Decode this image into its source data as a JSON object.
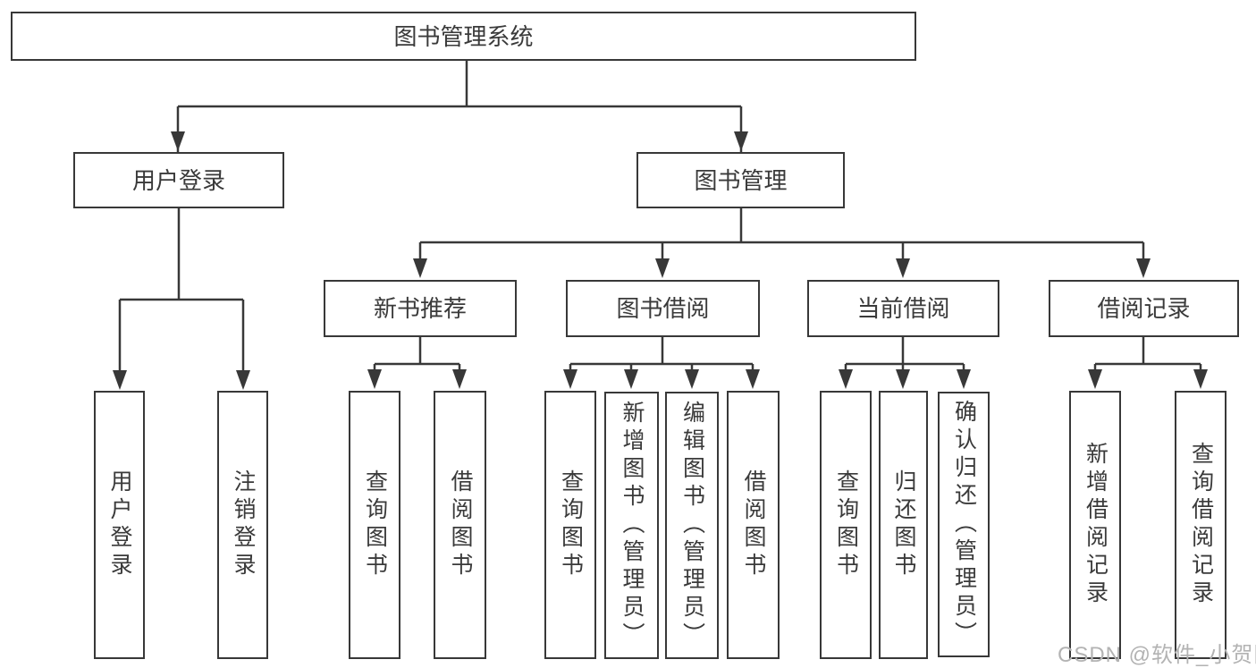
{
  "diagram": {
    "root": {
      "label": "图书管理系统"
    },
    "branches": [
      {
        "label": "用户登录",
        "leaves": [
          "用户登录",
          "注销登录"
        ]
      },
      {
        "label": "图书管理",
        "children": [
          {
            "label": "新书推荐",
            "leaves": [
              "查询图书",
              "借阅图书"
            ]
          },
          {
            "label": "图书借阅",
            "leaves": [
              "查询图书",
              "新增图书（管理员）",
              "编辑图书（管理员）",
              "借阅图书"
            ]
          },
          {
            "label": "当前借阅",
            "leaves": [
              "查询图书",
              "归还图书",
              "确认归还（管理员）"
            ]
          },
          {
            "label": "借阅记录",
            "leaves": [
              "新增借阅记录",
              "查询借阅记录"
            ]
          }
        ]
      }
    ]
  },
  "watermark": {
    "text": "CSDN @软件_小贺同学"
  },
  "colors": {
    "line": "#383838",
    "text": "#3a3a3a",
    "background": "#ffffff",
    "watermark": "#b3b3b3"
  }
}
